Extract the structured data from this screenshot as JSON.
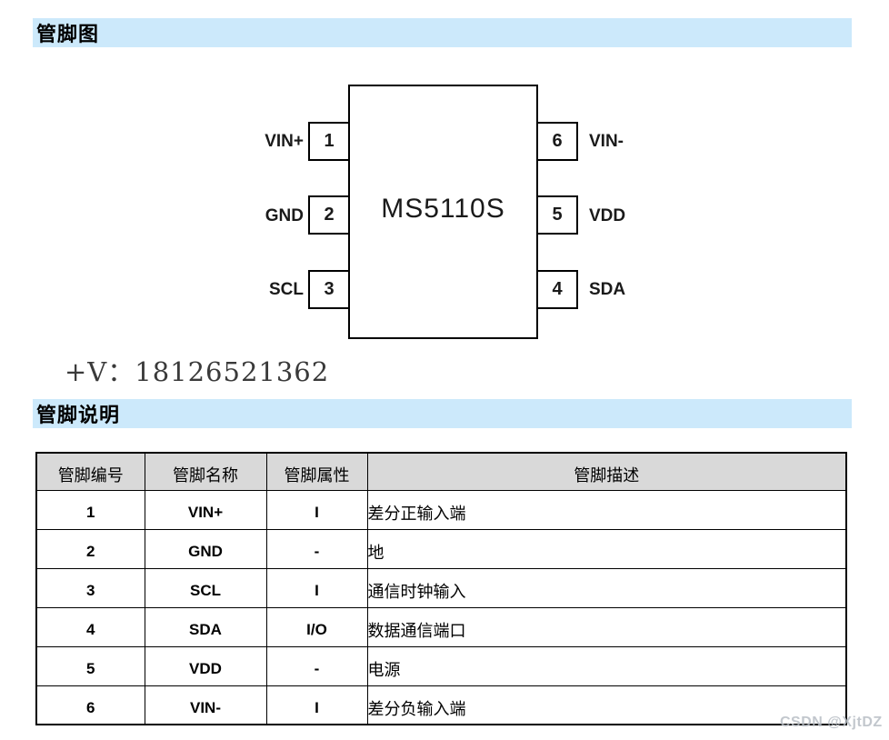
{
  "page": {
    "section1_title": "管脚图",
    "section2_title": "管脚说明",
    "phone_line": "+V：18126521362",
    "watermark": "CSDN @XjtDZ",
    "accent_bar_color": "#cce9fb",
    "table_header_bg": "#d9d9d9"
  },
  "pin_diagram": {
    "chip_label": "MS5110S",
    "left_pins": [
      {
        "number": "1",
        "label": "VIN+"
      },
      {
        "number": "2",
        "label": "GND"
      },
      {
        "number": "3",
        "label": "SCL"
      }
    ],
    "right_pins": [
      {
        "number": "6",
        "label": "VIN-"
      },
      {
        "number": "5",
        "label": "VDD"
      },
      {
        "number": "4",
        "label": "SDA"
      }
    ]
  },
  "pin_table": {
    "headers": [
      "管脚编号",
      "管脚名称",
      "管脚属性",
      "管脚描述"
    ],
    "rows": [
      [
        "1",
        "VIN+",
        "I",
        "差分正输入端"
      ],
      [
        "2",
        "GND",
        "-",
        "地"
      ],
      [
        "3",
        "SCL",
        "I",
        "通信时钟输入"
      ],
      [
        "4",
        "SDA",
        "I/O",
        "数据通信端口"
      ],
      [
        "5",
        "VDD",
        "-",
        "电源"
      ],
      [
        "6",
        "VIN-",
        "I",
        "差分负输入端"
      ]
    ]
  }
}
